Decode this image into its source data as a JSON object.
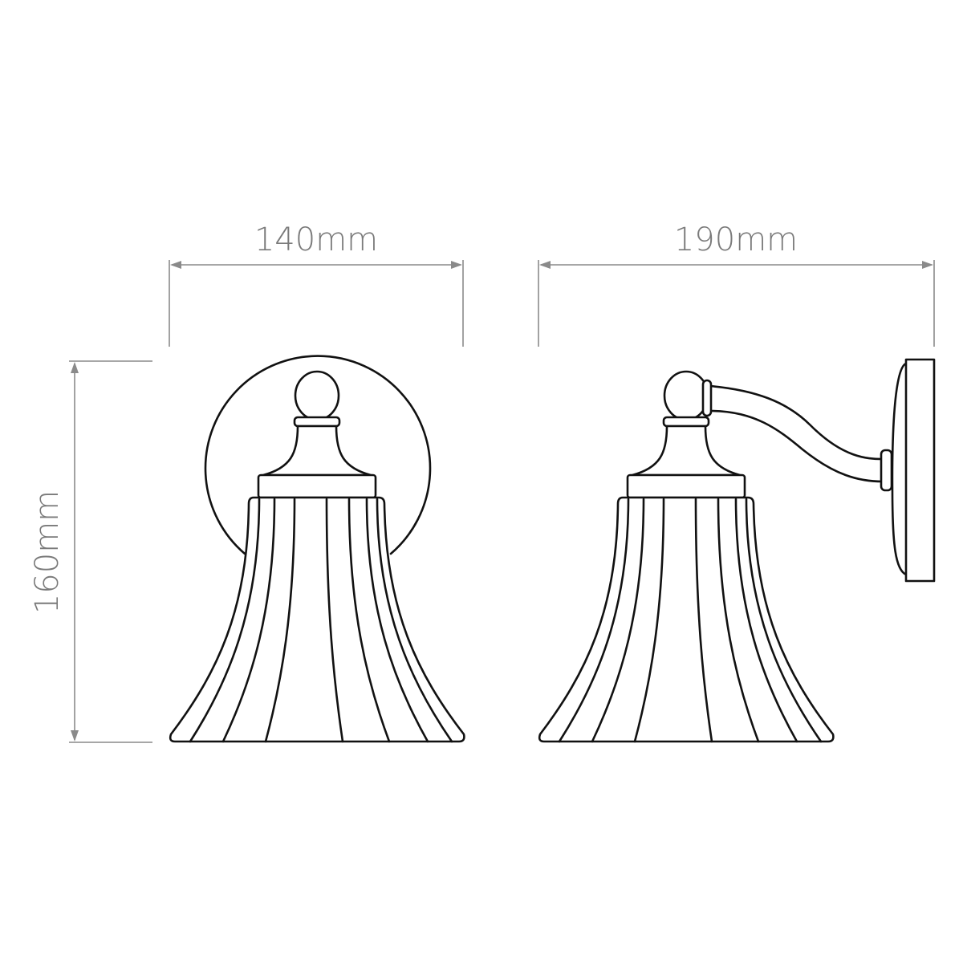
{
  "dimensions": {
    "front_width": "140mm",
    "side_depth": "190mm",
    "height": "160mm"
  },
  "colors": {
    "dimension": "#8a8a8a",
    "outline": "#111111"
  }
}
